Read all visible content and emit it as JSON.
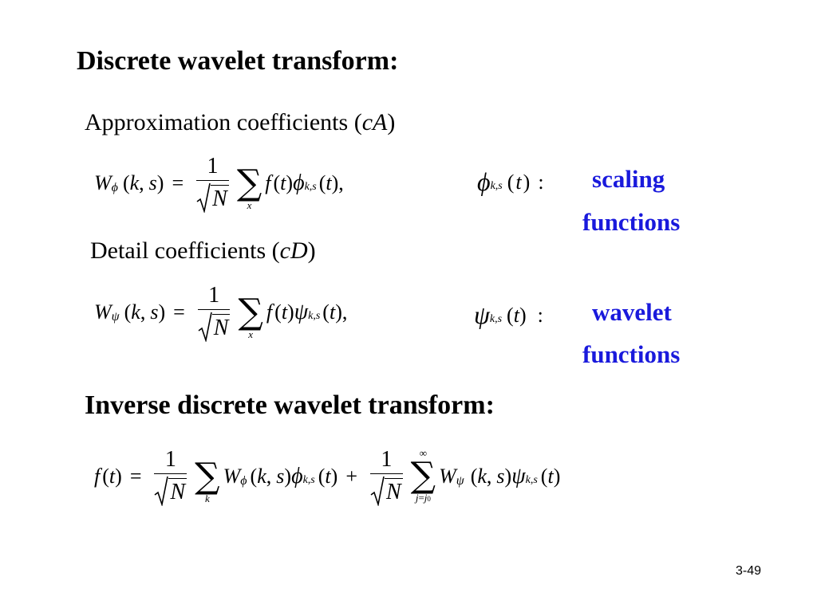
{
  "slide": {
    "heading": "Discrete wavelet transform:",
    "approx_label": "Approximation coefficients  (",
    "approx_var": "cA",
    "approx_close": ")",
    "detail_label": "Detail  coefficients  (",
    "detail_var": "cD",
    "detail_close": ")",
    "scaling_word": "scaling",
    "scaling_word2": "functions",
    "wavelet_word": "wavelet",
    "wavelet_word2": "functions",
    "inverse_heading": "Inverse discrete wavelet transform:",
    "page_number": "3-49"
  },
  "colors": {
    "accent_blue": "#1a1adc"
  }
}
